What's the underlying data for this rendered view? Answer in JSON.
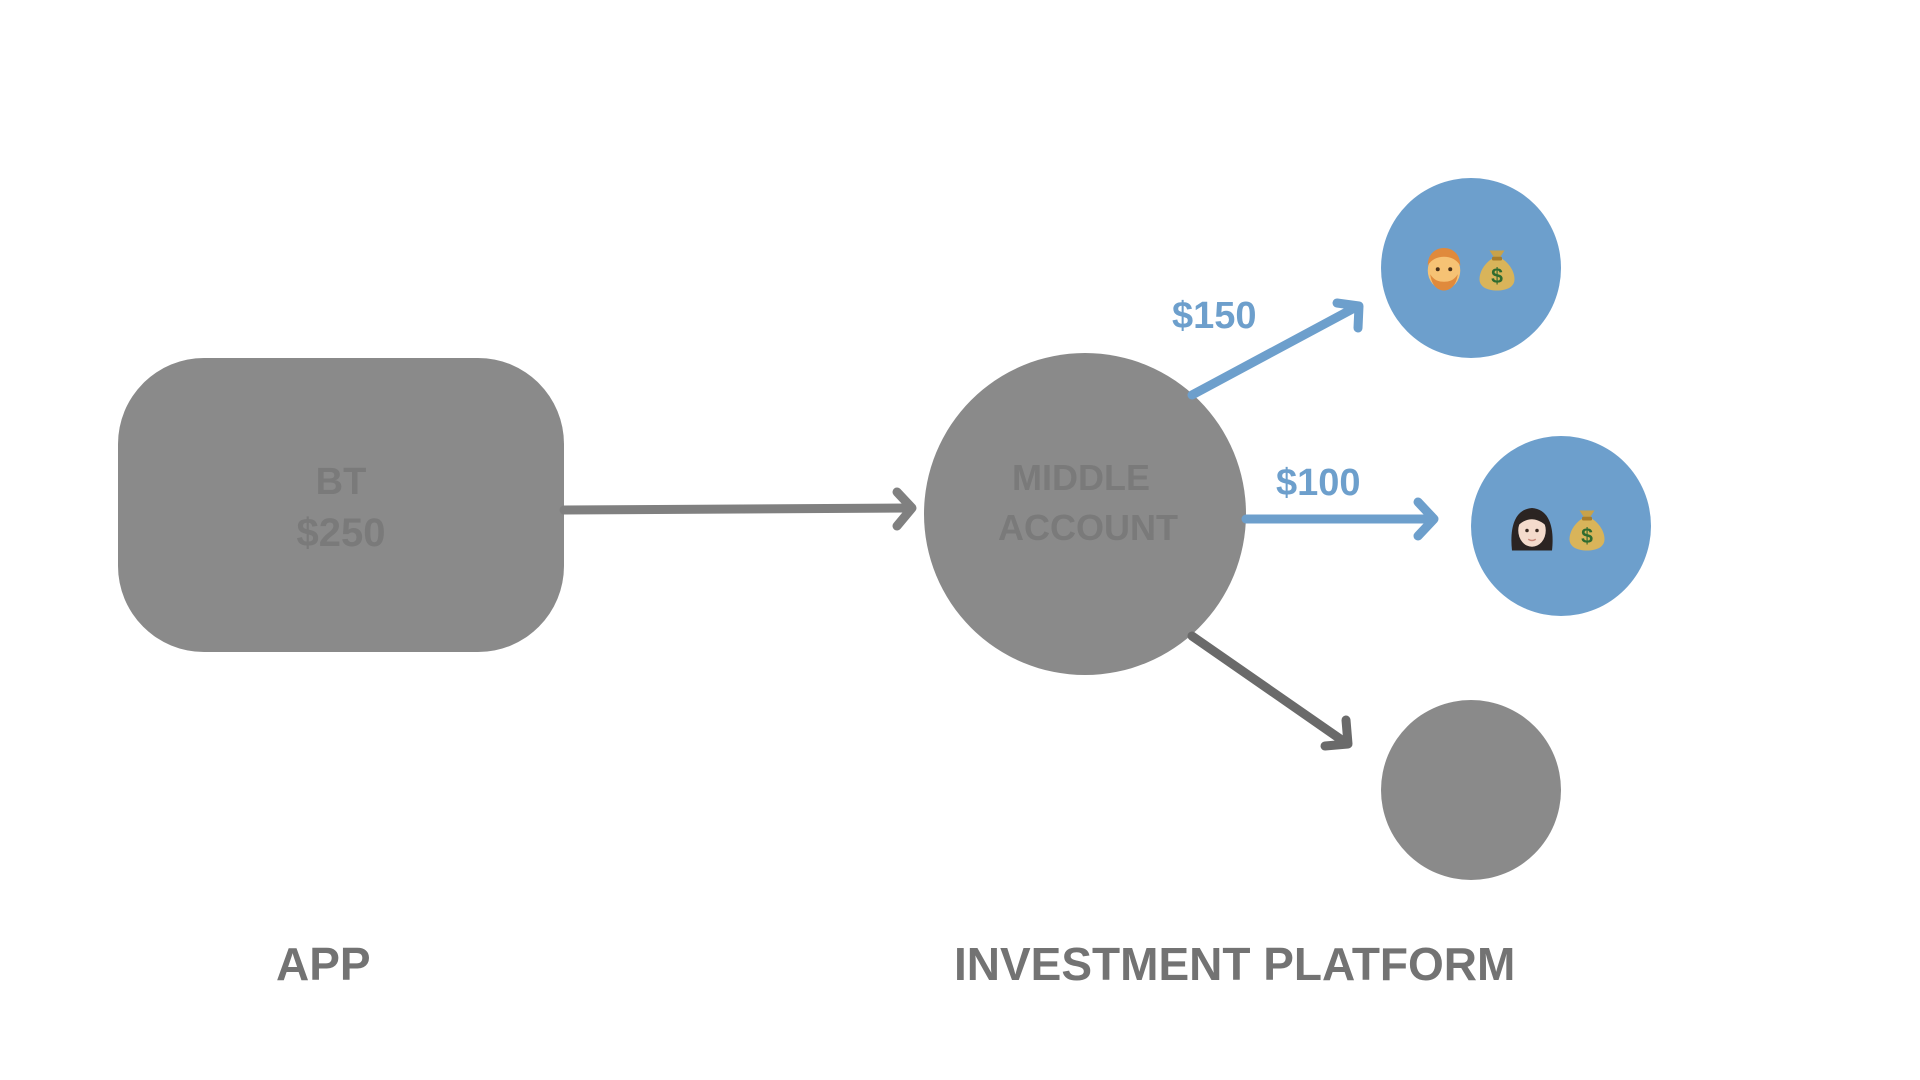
{
  "colors": {
    "node_gray": "#8a8a8a",
    "node_text": "#7a7a7a",
    "arrow_gray": "#808080",
    "arrow_blue": "#6d9fcc",
    "node_blue": "#6d9fcc",
    "label_gray": "#737373"
  },
  "app_box": {
    "line1": "BT",
    "line2": "$250"
  },
  "middle_account": {
    "line1": "MIDDLE",
    "line2": "ACCOUNT"
  },
  "flows": [
    {
      "amount": "$150",
      "target": "investor-man"
    },
    {
      "amount": "$100",
      "target": "investor-woman"
    },
    {
      "amount": "",
      "target": "empty-account"
    }
  ],
  "investors": [
    {
      "icons": [
        "man-face-icon",
        "money-bag-icon"
      ]
    },
    {
      "icons": [
        "woman-face-icon",
        "money-bag-icon"
      ]
    },
    {
      "icons": []
    }
  ],
  "sections": {
    "app": "APP",
    "platform": "INVESTMENT PLATFORM"
  }
}
